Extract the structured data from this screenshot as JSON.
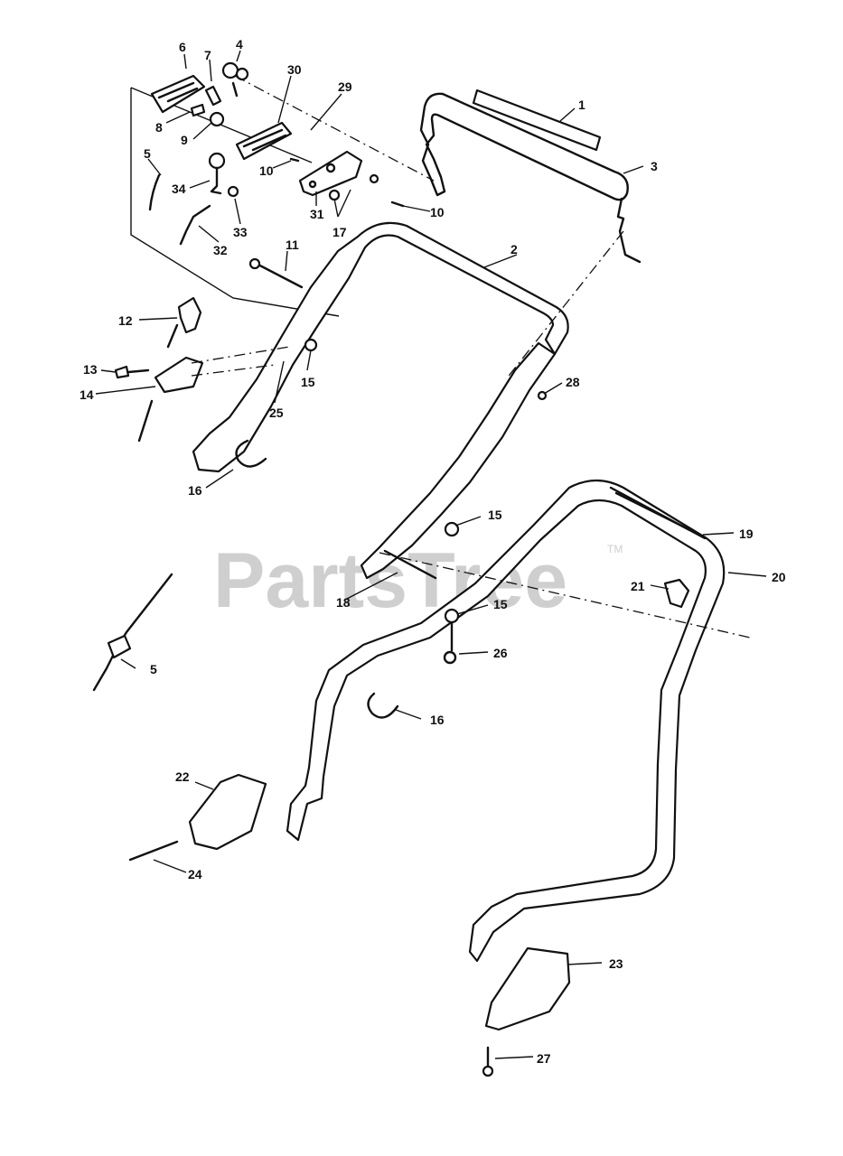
{
  "watermark": {
    "text": "PartsTree",
    "trademark": "TM"
  },
  "callouts": [
    {
      "id": "c1",
      "label": "1"
    },
    {
      "id": "c2",
      "label": "2"
    },
    {
      "id": "c3",
      "label": "3"
    },
    {
      "id": "c4",
      "label": "4"
    },
    {
      "id": "c5a",
      "label": "5"
    },
    {
      "id": "c5b",
      "label": "5"
    },
    {
      "id": "c6",
      "label": "6"
    },
    {
      "id": "c7",
      "label": "7"
    },
    {
      "id": "c8",
      "label": "8"
    },
    {
      "id": "c9",
      "label": "9"
    },
    {
      "id": "c10a",
      "label": "10"
    },
    {
      "id": "c10b",
      "label": "10"
    },
    {
      "id": "c11",
      "label": "11"
    },
    {
      "id": "c12",
      "label": "12"
    },
    {
      "id": "c13",
      "label": "13"
    },
    {
      "id": "c14",
      "label": "14"
    },
    {
      "id": "c15a",
      "label": "15"
    },
    {
      "id": "c15b",
      "label": "15"
    },
    {
      "id": "c15c",
      "label": "15"
    },
    {
      "id": "c16a",
      "label": "16"
    },
    {
      "id": "c16b",
      "label": "16"
    },
    {
      "id": "c17",
      "label": "17"
    },
    {
      "id": "c18",
      "label": "18"
    },
    {
      "id": "c19",
      "label": "19"
    },
    {
      "id": "c20",
      "label": "20"
    },
    {
      "id": "c21",
      "label": "21"
    },
    {
      "id": "c22",
      "label": "22"
    },
    {
      "id": "c23",
      "label": "23"
    },
    {
      "id": "c24",
      "label": "24"
    },
    {
      "id": "c25",
      "label": "25"
    },
    {
      "id": "c26",
      "label": "26"
    },
    {
      "id": "c27",
      "label": "27"
    },
    {
      "id": "c28",
      "label": "28"
    },
    {
      "id": "c29",
      "label": "29"
    },
    {
      "id": "c30",
      "label": "30"
    },
    {
      "id": "c31",
      "label": "31"
    },
    {
      "id": "c32",
      "label": "32"
    },
    {
      "id": "c33",
      "label": "33"
    },
    {
      "id": "c34",
      "label": "34"
    }
  ]
}
